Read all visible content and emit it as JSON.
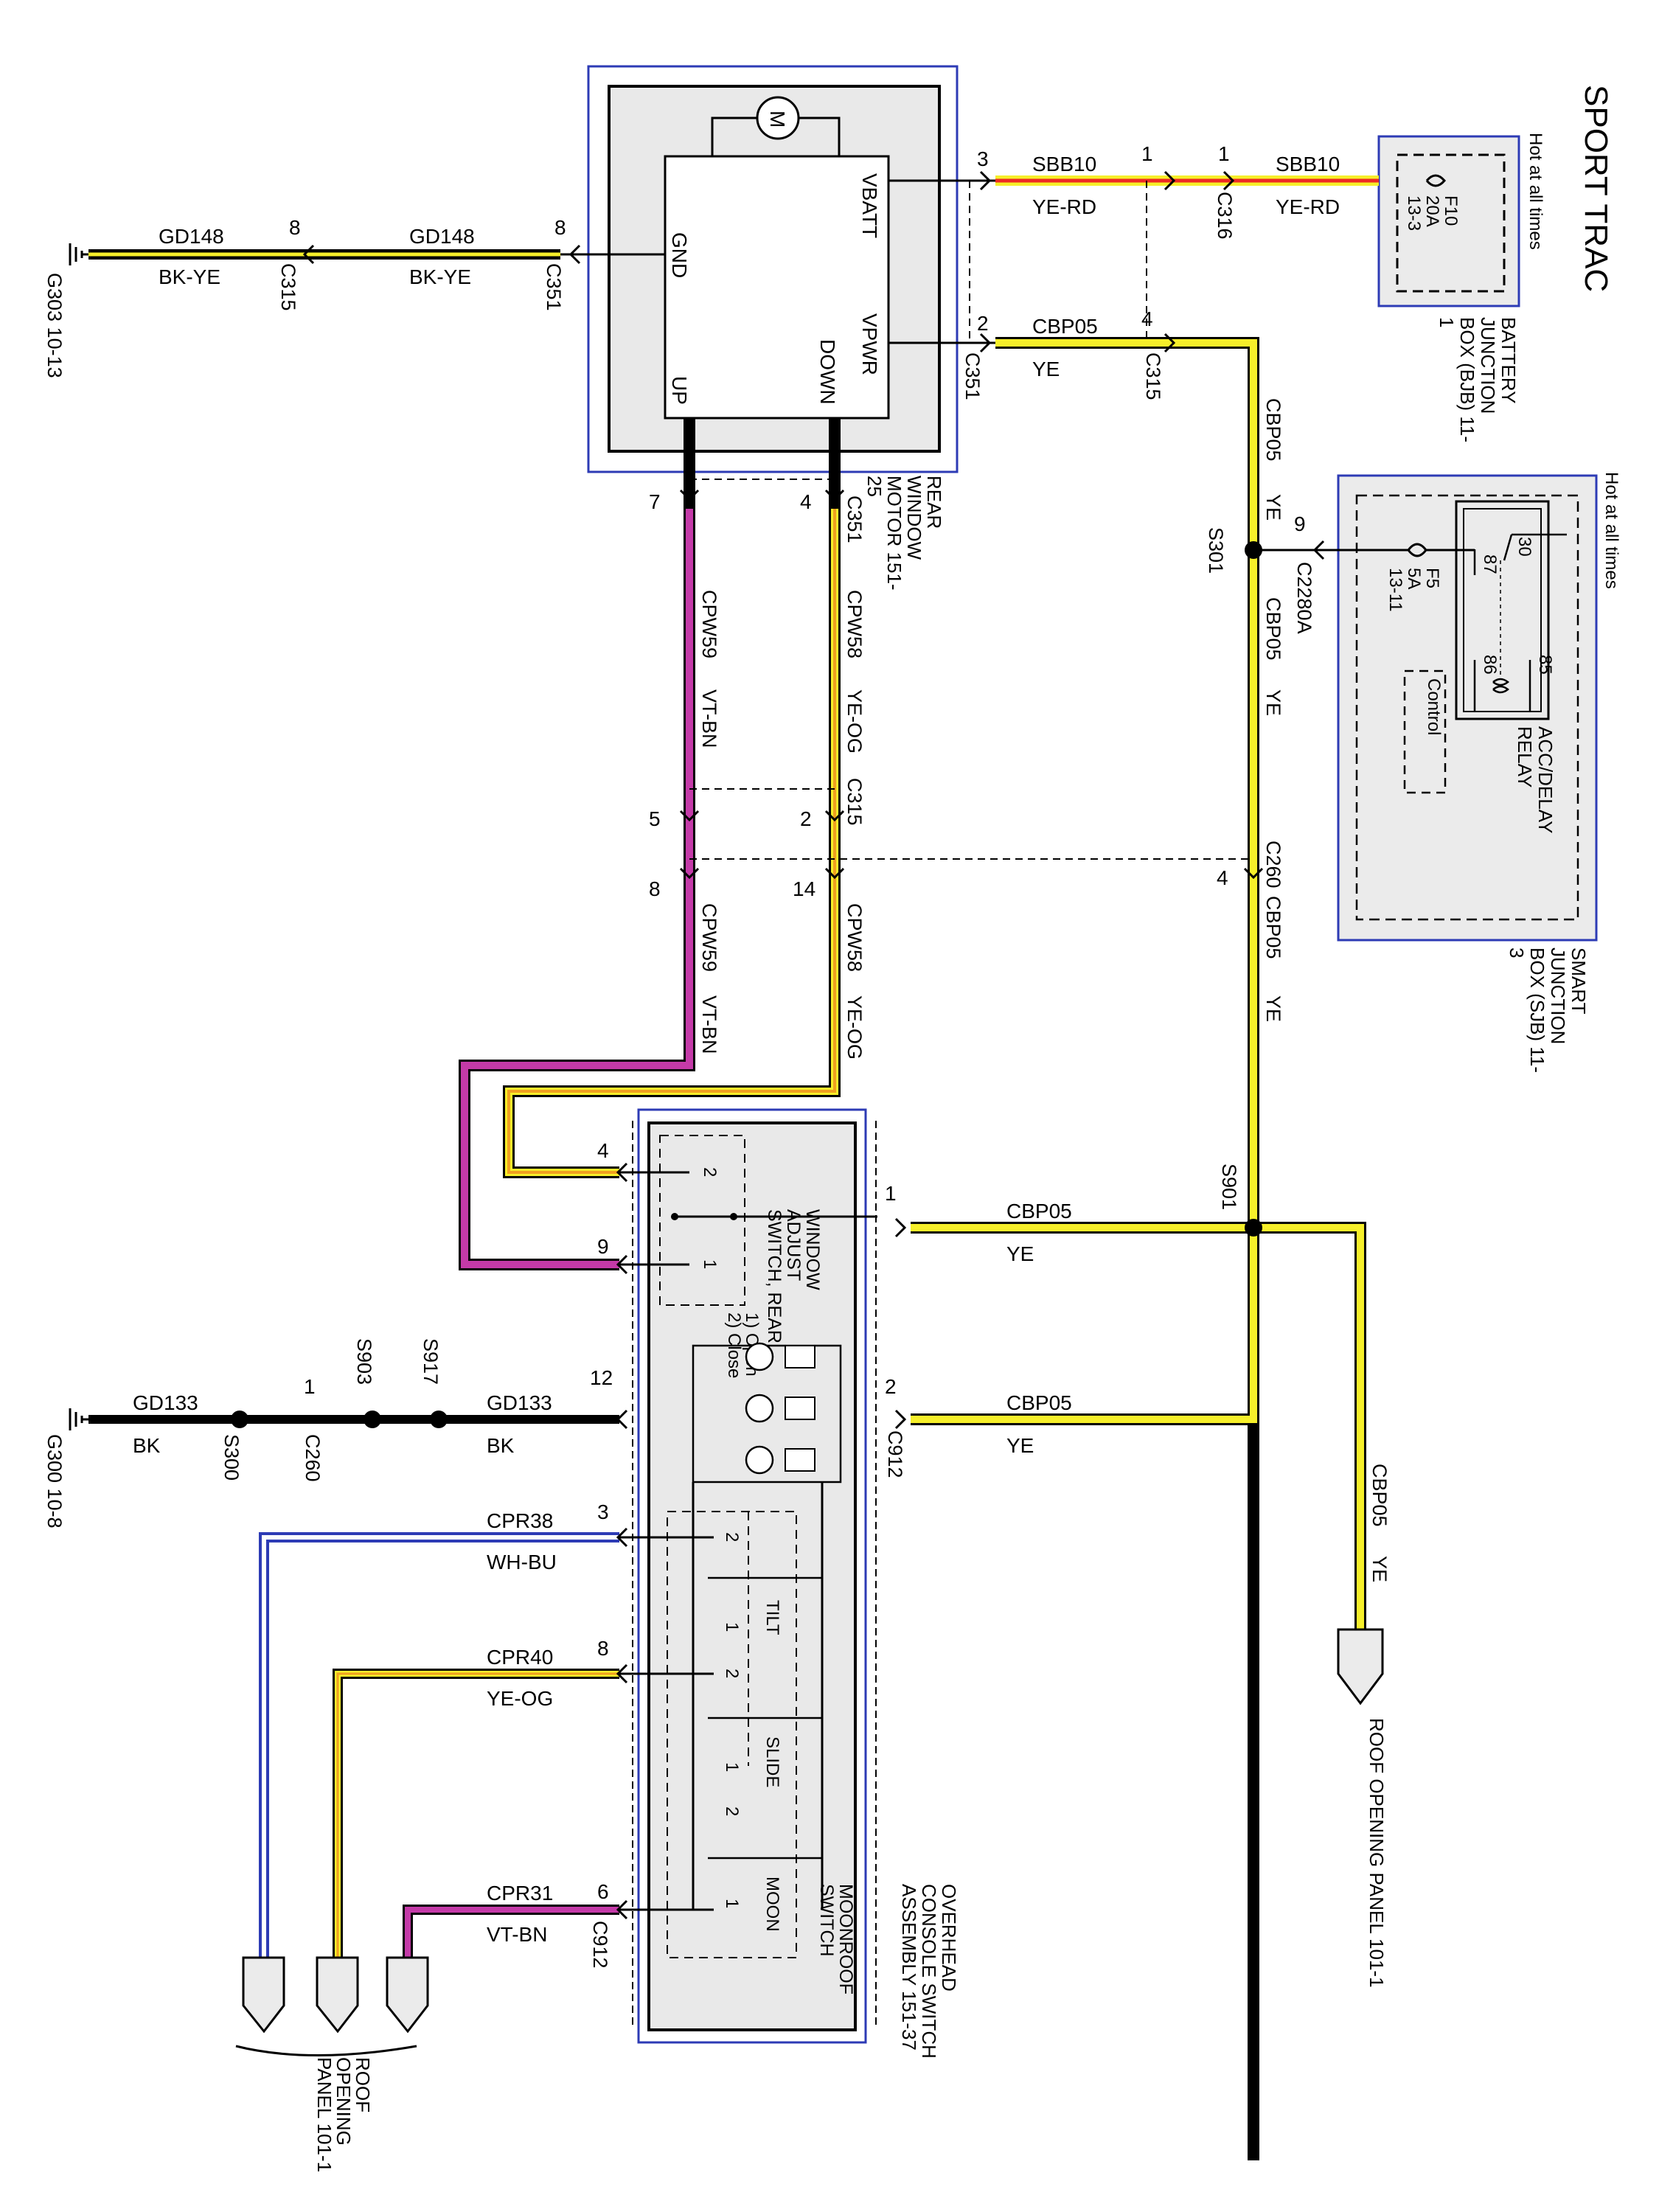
{
  "title": "SPORT TRAC",
  "colors": {
    "yellow": "#f6ef2a",
    "violet": "#c43aa8",
    "red": "#ee2a24",
    "orange": "#f0a020",
    "blue": "#2d3bb5",
    "black": "#000000",
    "white": "#ffffff",
    "box_fill": "#e9e9e9"
  },
  "components": {
    "bjb": {
      "label": "BATTERY JUNCTION BOX (BJB) 11-1",
      "hot": "Hot at all times",
      "fuse": "F10",
      "fuse_amp": "20A",
      "fuse_ref": "13-3"
    },
    "sjb": {
      "label": "SMART JUNCTION BOX (SJB) 11-3",
      "hot": "Hot at all times",
      "relay": "ACC/DELAY RELAY",
      "fuse": "F5",
      "fuse_amp": "5A",
      "fuse_ref": "13-11",
      "control": "Control",
      "pin30": "30",
      "pin87": "87",
      "pin85": "85",
      "pin86": "86"
    },
    "motor": {
      "label": "REAR WINDOW MOTOR 151-25",
      "vbatt": "VBATT",
      "gnd": "GND",
      "vpwr": "VPWR",
      "down": "DOWN",
      "up": "UP",
      "m": "M"
    },
    "overhead": {
      "label": "OVERHEAD CONSOLE SWITCH ASSEMBLY 151-37",
      "window_switch": "WINDOW ADJUST SWITCH, REAR",
      "open": "1) Open",
      "close": "2) Close",
      "moonroof_switch": "MOONROOF SWITCH",
      "tilt": "TILT",
      "slide": "SLIDE",
      "moon": "MOON"
    },
    "roof_right": "ROOF OPENING PANEL 101-1",
    "roof_left": "ROOF OPENING PANEL 101-1",
    "g303": "G303 10-13",
    "g300": "G300 10-8"
  },
  "wires": {
    "sbb10": "SBB10",
    "ye_rd": "YE-RD",
    "gd148": "GD148",
    "bk_ye": "BK-YE",
    "cbp05": "CBP05",
    "ye": "YE",
    "cpw58": "CPW58",
    "ye_og": "YE-OG",
    "cpw59": "CPW59",
    "vt_bn": "VT-BN",
    "gd133": "GD133",
    "bk": "BK",
    "cpr38": "CPR38",
    "wh_bu": "WH-BU",
    "cpr40": "CPR40",
    "cpr31": "CPR31"
  },
  "connectors": {
    "c316": "C316",
    "c315": "C315",
    "c351": "C351",
    "c260": "C260",
    "c912": "C912",
    "c2280a": "C2280A",
    "s301": "S301",
    "s901": "S901",
    "s300": "S300",
    "s903": "S903",
    "s917": "S917"
  },
  "pins": [
    "1",
    "2",
    "3",
    "4",
    "5",
    "6",
    "7",
    "8",
    "9",
    "12",
    "14"
  ]
}
